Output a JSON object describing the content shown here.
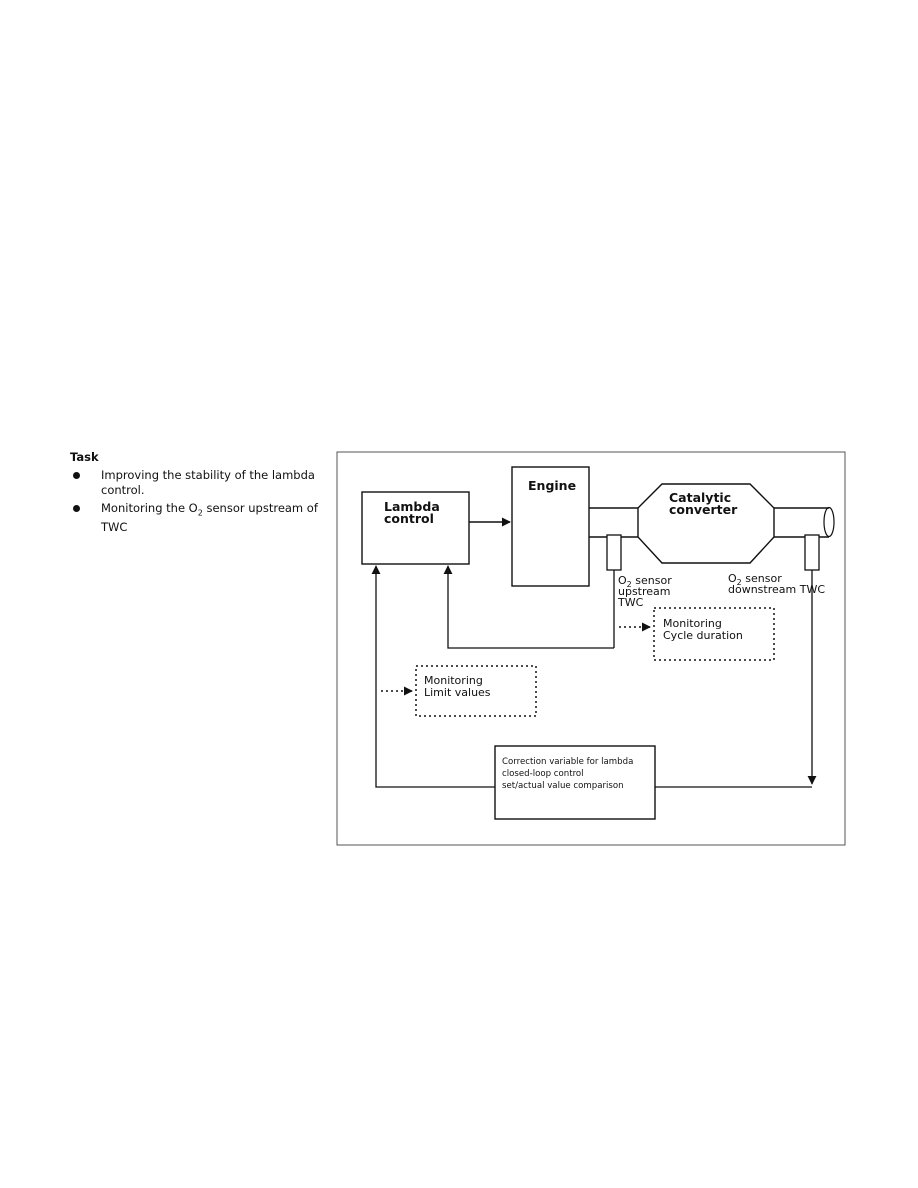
{
  "task": {
    "heading": "Task",
    "bullets": [
      {
        "text_before": "Improving the stability of the lambda control."
      },
      {
        "text_before": "Monitoring the O",
        "sub": "2",
        "text_after": " sensor upstream of TWC"
      }
    ]
  },
  "diagram": {
    "lambda_control": [
      "Lambda",
      "control"
    ],
    "engine": "Engine",
    "catalytic_converter": [
      "Catalytic",
      "converter"
    ],
    "o2_upstream": {
      "o": "O",
      "sub": "2",
      "rest": " sensor",
      "line2": "upstream",
      "line3": "TWC"
    },
    "o2_downstream": {
      "o": "O",
      "sub": "2",
      "rest": " sensor",
      "line2": "downstream TWC"
    },
    "monitoring_cycle": [
      "Monitoring",
      "Cycle duration"
    ],
    "monitoring_limit": [
      "Monitoring",
      "Limit values"
    ],
    "correction": [
      "Correction variable for lambda",
      "closed-loop control",
      "set/actual value comparison"
    ]
  }
}
